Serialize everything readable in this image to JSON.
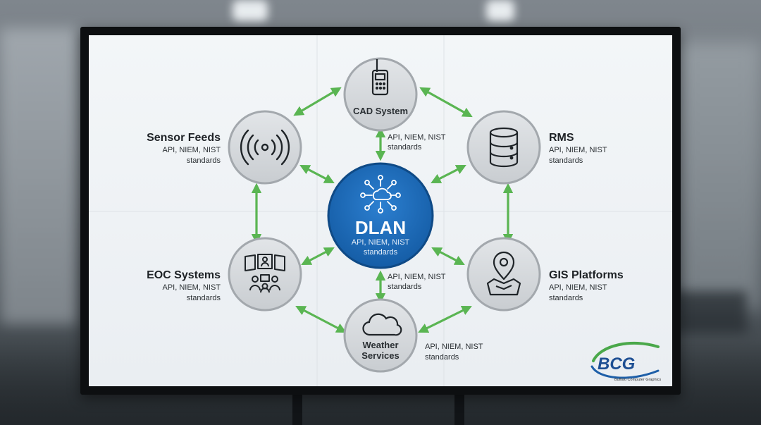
{
  "diagram": {
    "hub": {
      "title": "DLAN",
      "desc_line1": "API, NIEM, NIST",
      "desc_line2": "standards",
      "icon": "network-cloud-hub-icon"
    },
    "nodes": {
      "cad": {
        "title": "CAD System",
        "icon": "radio-icon"
      },
      "rms": {
        "title": "RMS",
        "icon": "database-icon",
        "desc_line1": "API, NIEM, NIST",
        "desc_line2": "standards"
      },
      "gis": {
        "title": "GIS Platforms",
        "icon": "map-pin-icon",
        "desc_line1": "API, NIEM, NIST",
        "desc_line2": "standards"
      },
      "weather": {
        "title_line1": "Weather",
        "title_line2": "Services",
        "icon": "cloud-icon",
        "desc_line1": "API, NIEM, NIST",
        "desc_line2": "standards"
      },
      "eoc": {
        "title": "EOC Systems",
        "icon": "eoc-video-wall-icon",
        "desc_line1": "API, NIEM, NIST",
        "desc_line2": "standards"
      },
      "sensor": {
        "title": "Sensor Feeds",
        "icon": "signal-wave-icon",
        "desc_line1": "API, NIEM, NIST",
        "desc_line2": "standards"
      }
    },
    "edge_labels": {
      "cad_hub": {
        "line1": "API, NIEM, NIST",
        "line2": "standards"
      },
      "hub_weather": {
        "line1": "API, NIEM, NIST",
        "line2": "standards"
      }
    }
  },
  "logo": {
    "text": "BCG",
    "tagline": "Buffalo Computer Graphics"
  },
  "colors": {
    "hub_blue": "#1a68b8",
    "arrow_green": "#5ab552",
    "node_gray": "#d6d9dc"
  }
}
